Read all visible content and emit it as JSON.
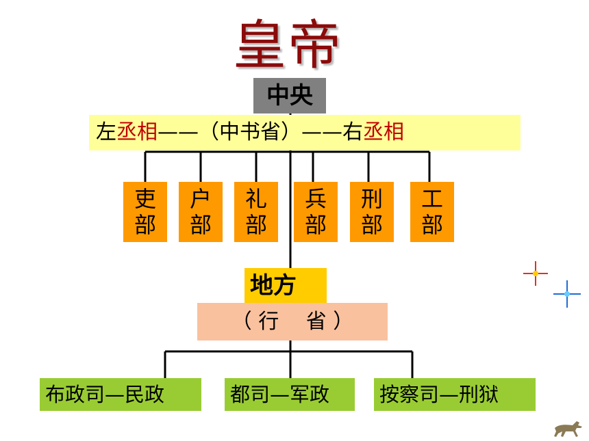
{
  "title": "皇帝",
  "central": {
    "label": "中央",
    "councillors": {
      "left_prefix": "左",
      "left_title": "丞相",
      "middle": "——（中书省）——右",
      "right_title": "丞相"
    },
    "ministries": [
      {
        "line1": "吏",
        "line2": "部"
      },
      {
        "line1": "户",
        "line2": "部"
      },
      {
        "line1": "礼",
        "line2": "部"
      },
      {
        "line1": "兵",
        "line2": "部"
      },
      {
        "line1": "刑",
        "line2": "部"
      },
      {
        "line1": "工",
        "line2": "部"
      }
    ]
  },
  "local": {
    "label": "地方",
    "province": "（ 行　 省 ）",
    "offices": [
      "布政司—民政",
      "都司—军政",
      "按察司—刑狱"
    ]
  },
  "colors": {
    "title": "#8b0a0a",
    "central_box": "#808080",
    "councillor_band": "#ffff99",
    "councillor_title": "#c00000",
    "ministry_box": "#ff9900",
    "local_box": "#ffcc00",
    "province_box": "#f9c19e",
    "office_box": "#99cc33"
  },
  "decorations": [
    "red-sparkle-icon",
    "blue-sparkle-icon",
    "horse-icon"
  ]
}
